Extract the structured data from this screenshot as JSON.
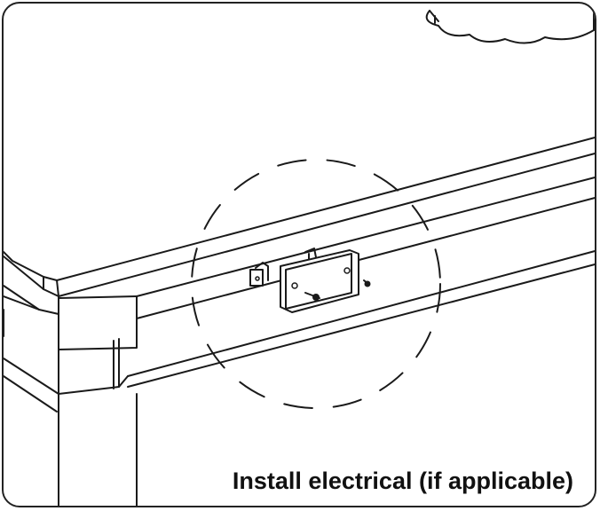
{
  "caption": "Install electrical (if applicable)",
  "colors": {
    "line": "#1a1a1a",
    "frame": "#222222",
    "background": "#ffffff"
  },
  "drawing": {
    "subject": "desk frame rail with electrical box and cover plate",
    "highlight": "dashed circle callout around electrical box"
  }
}
